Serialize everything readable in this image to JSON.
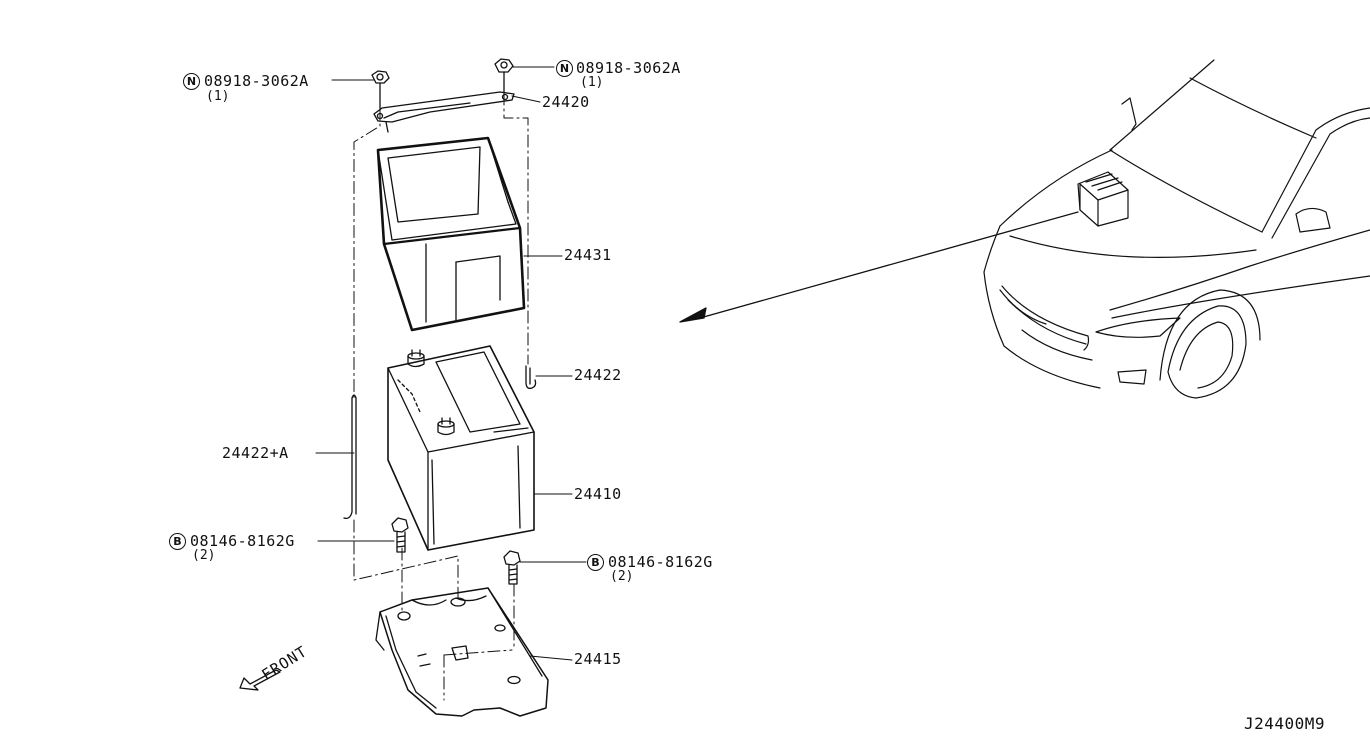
{
  "parts": {
    "nut_left": {
      "prefix": "N",
      "number": "08918-3062A",
      "qty": "(1)"
    },
    "nut_right": {
      "prefix": "N",
      "number": "08918-3062A",
      "qty": "(1)"
    },
    "bracket": {
      "number": "24420"
    },
    "tray_cover": {
      "number": "24431"
    },
    "rod_right": {
      "number": "24422"
    },
    "rod_left": {
      "number": "24422+A"
    },
    "battery": {
      "number": "24410"
    },
    "bolt_left": {
      "prefix": "B",
      "number": "08146-8162G",
      "qty": "(2)"
    },
    "bolt_right": {
      "prefix": "B",
      "number": "08146-8162G",
      "qty": "(2)"
    },
    "base_tray": {
      "number": "24415"
    }
  },
  "direction_label": "FRONT",
  "diagram_code": "J24400M9",
  "line_color": "#111111"
}
